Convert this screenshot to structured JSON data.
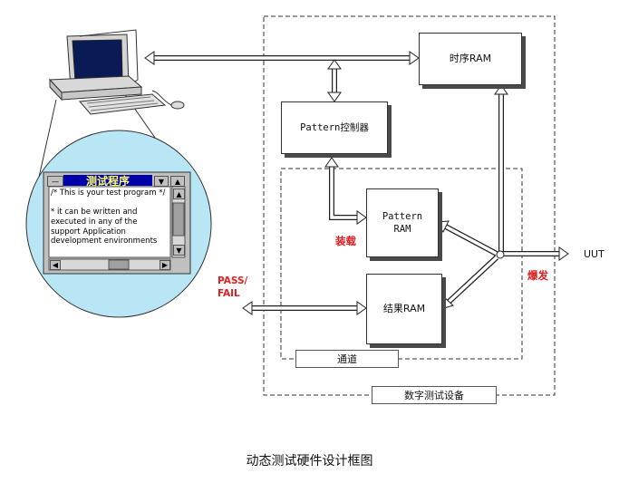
{
  "diagram": {
    "boxes": {
      "timing_ram": "时序RAM",
      "pattern_controller": "Pattern控制器",
      "pattern_ram": "Pattern\nRAM",
      "result_ram": "结果RAM"
    },
    "regions": {
      "channel_label": "通道",
      "device_label": "数字测试设备"
    },
    "labels": {
      "load": "装载",
      "burst": "爆发",
      "pass_fail": "PASS/\nFAIL",
      "uut": "UUT"
    },
    "window": {
      "title": "测试程序",
      "text": "/* This is your test program */\n\n* it can be written and\nexecuted in any of the\nsupport Application\ndevelopment environments"
    },
    "caption": "动态测试硬件设计框图"
  },
  "colors": {
    "label_red": "#e02020",
    "window_title_bg": "#0000aa",
    "window_title_fg": "#ffff66",
    "monitor_screen": "#0a1a55"
  }
}
